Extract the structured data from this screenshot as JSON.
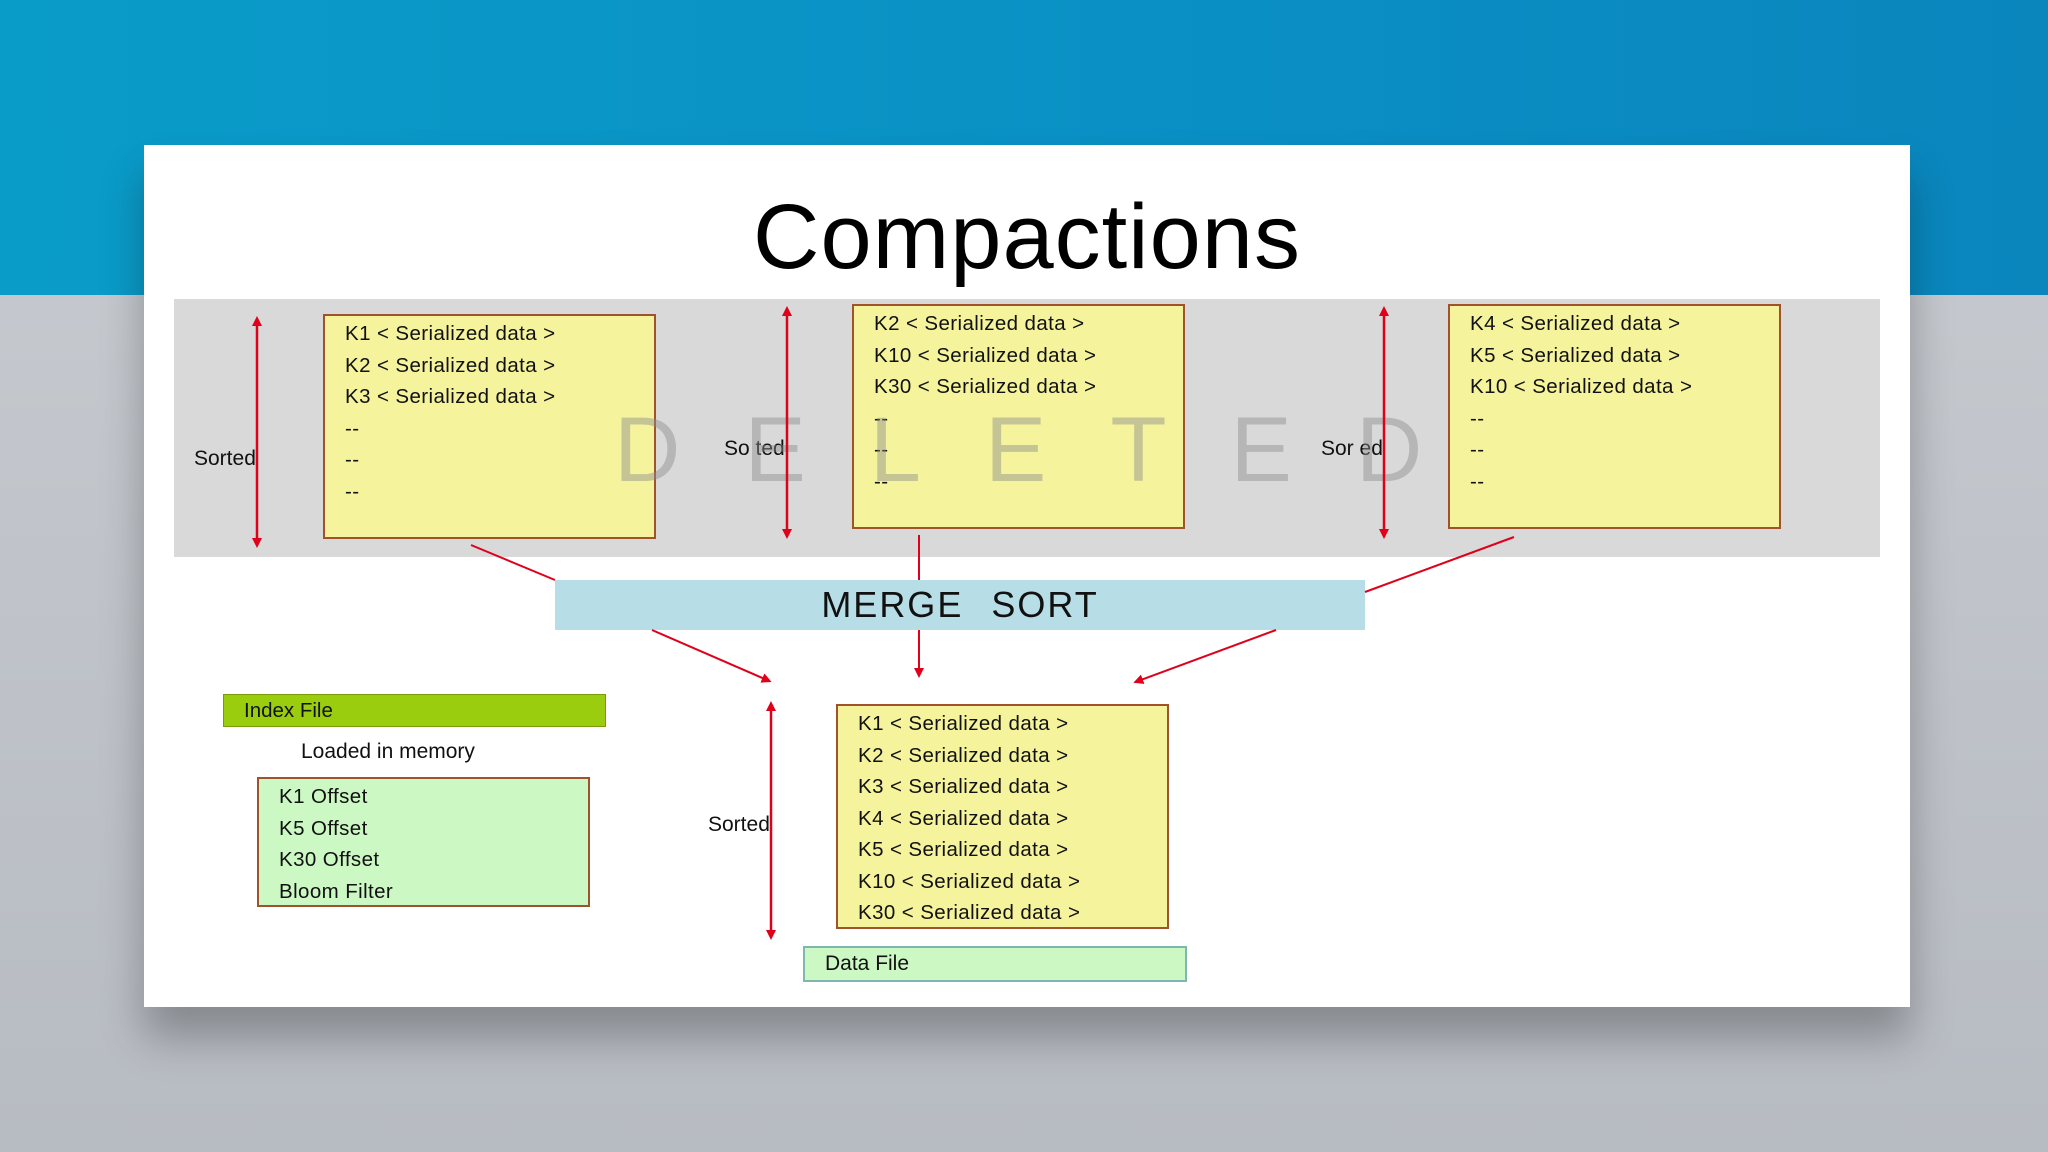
{
  "slide": {
    "title": "Compactions",
    "watermark": "DELETED"
  },
  "top": {
    "sorted_left": "Sorted",
    "sorted_mid": "So  ted",
    "sorted_right": "Sor  ed",
    "box1": [
      "K1 < Serialized data >",
      "K2 < Serialized data >",
      "K3 < Serialized data >",
      "--",
      "--",
      "--"
    ],
    "box2": [
      "K2 < Serialized data >",
      "K10 < Serialized data >",
      "K30 < Serialized data >",
      "--",
      "--",
      "--"
    ],
    "box3": [
      "K4 < Serialized data >",
      "K5 < Serialized data >",
      "K10 < Serialized data >",
      "--",
      "--",
      "--"
    ]
  },
  "merge": {
    "label": "MERGE   SORT"
  },
  "index": {
    "header": "Index File",
    "caption": "Loaded in memory",
    "entries": [
      "K1   Offset",
      "K5  Offset",
      "K30  Offset",
      "Bloom Filter"
    ]
  },
  "result": {
    "sorted_label": "Sorted",
    "entries": [
      "K1 < Serialized data >",
      "K2 < Serialized data >",
      "K3 < Serialized data >",
      "K4 < Serialized data >",
      "K5 < Serialized data >",
      "K10 < Serialized data >",
      "K30 < Serialized data >"
    ],
    "data_file_label": "Data File"
  },
  "colors": {
    "top_band": "#0a9cc9",
    "arrow": "#e0001a",
    "sstable_fill": "#f5f39c",
    "index_header": "#9acd0e",
    "index_body": "#ccf8c4",
    "merge_bar": "#b7dde6"
  }
}
